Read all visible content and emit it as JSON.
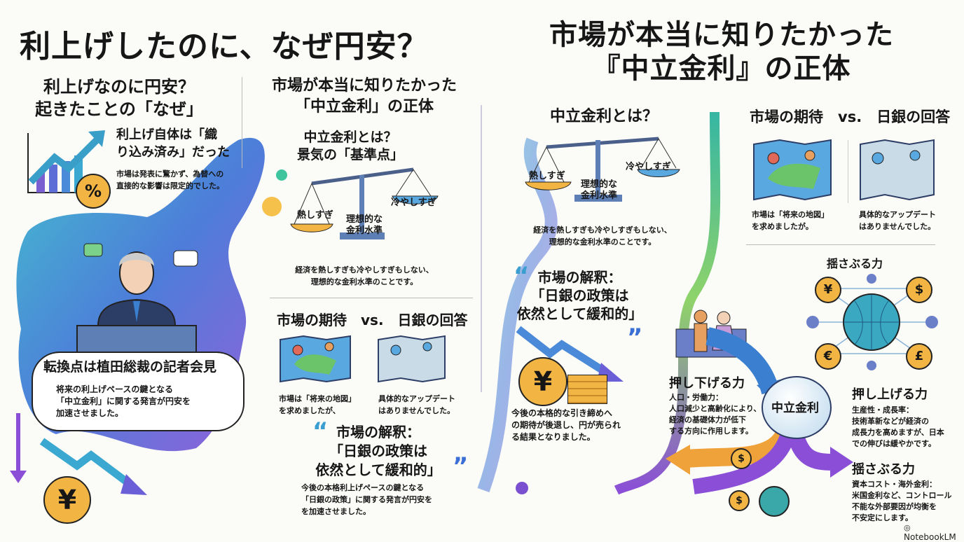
{
  "left_title": "利上げしたのに、なぜ円安？",
  "right_title": "市場が本当に知りたかった\n『中立金利』の正体",
  "col1": {
    "heading": "利上げなのに円安？\n起きたことの「なぜ」",
    "point1_title": "利上げ自体は「織\nり込み済み」だった",
    "point1_body": "市場は発表に驚かず、為替への\n直接的な影響は限定的でした。",
    "point2_title": "転換点は植田総裁の記者会見",
    "point2_body": "将来の利上げペースの鍵となる\n「中立金利」に関する発言が円安を\n加速させました。"
  },
  "col2": {
    "heading": "市場が本当に知りたかった\n「中立金利」の正体",
    "sub_heading": "中立金利とは？\n景気の「基準点」",
    "scale_left": "熱しすぎ",
    "scale_right": "冷やしすぎ",
    "scale_center": "理想的な\n金利水準",
    "definition": "経済を熱しすぎも冷やしすぎもしない、\n理想的な金利水準のことです。",
    "vs_heading": "市場の期待　vs.　日銀の回答",
    "map_left_caption": "市場は「将来の地図」\nを求めましたが、",
    "map_right_caption": "具体的なアップデート\nはありませんでした。",
    "quote": "市場の解釈：\n「日銀の政策は\n依然として緩和的」",
    "quote_body": "今後の本格利上げペースの鍵となる\n「日銀の政策」に関する発言が円安を\nを加速させました。"
  },
  "col3": {
    "heading": "中立金利とは？",
    "scale_left": "熱しすぎ",
    "scale_right": "冷やしすぎ",
    "scale_center": "理想的な\n金利水準",
    "definition": "経済を熱しすぎも冷やしすぎもしない、\n理想的な金利水準のことです。",
    "quote": "市場の解釈：\n「日銀の政策は\n依然として緩和的」",
    "quote_body": "今後の本格的な引き締めへ\nの期待が後退し、円が売られ\nる結果となりました。"
  },
  "col4": {
    "vs_heading": "市場の期待　vs.　日銀の回答",
    "map_left_caption": "市場は「将来の地図」\nを求めましたが。",
    "map_right_caption": "具体的なアップデート\nはありませんでした。",
    "network_title": "揺さぶる力",
    "center_label": "中立金利",
    "down_title": "押し下げる力",
    "down_body": "人口・労働力：\n人口減少と高齢化により、\n経済の基礎体力が低下\nする方向に作用します。",
    "up_title": "押し上げる力",
    "up_body": "生産性・成長率：\n技術革新などが経済の\n成長力を高めますが、日本\nでの伸びは緩やかです。",
    "shake_title": "揺さぶる力",
    "shake_body": "資本コスト・海外金利：\n米国金利など、コントロール\n不能な外部要因が均衡を\n不安定にします。"
  },
  "currency": {
    "yen": "¥",
    "dollar": "$",
    "euro": "€",
    "pound": "£",
    "percent": "%"
  },
  "quote_marks": {
    "open": "“",
    "close": "”"
  },
  "footer_brand": "NotebookLM",
  "colors": {
    "teal": "#3bb8a8",
    "blue": "#3a7fd0",
    "purple": "#7a4fd0",
    "orange": "#f0a23a",
    "gold": "#f2b544"
  }
}
